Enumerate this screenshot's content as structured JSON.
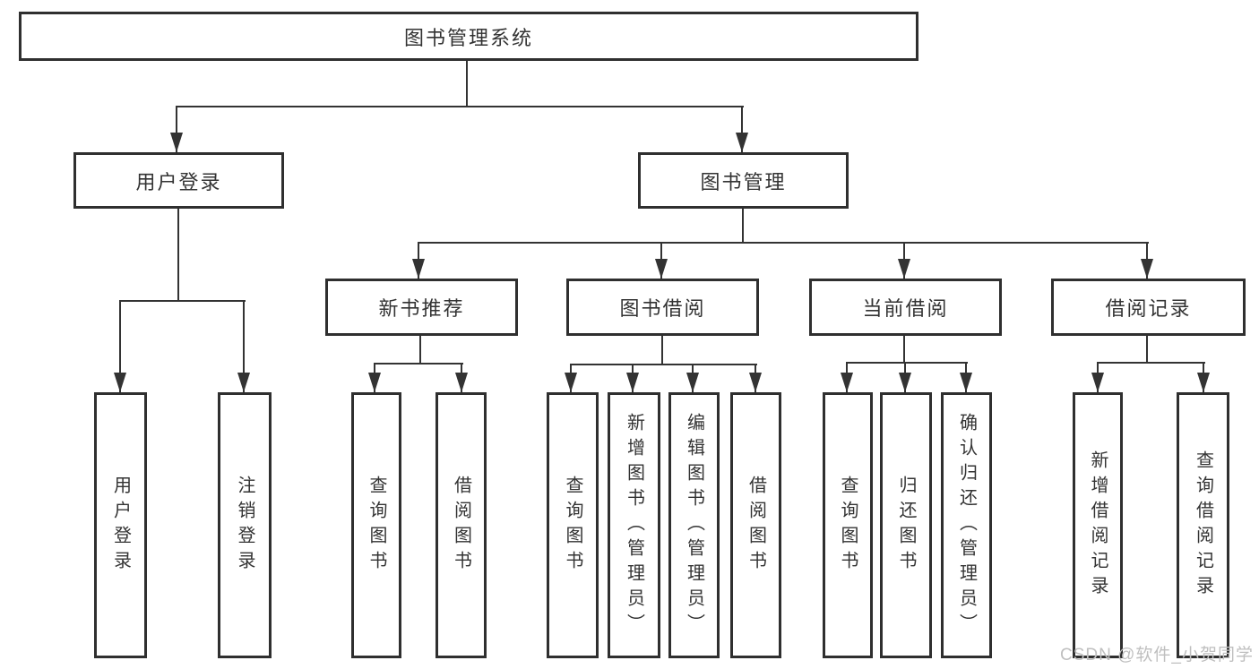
{
  "diagram": {
    "type": "hierarchy-tree",
    "root": {
      "label": "图书管理系统"
    },
    "level2": [
      {
        "label": "用户登录",
        "parent": "图书管理系统"
      },
      {
        "label": "图书管理",
        "parent": "图书管理系统"
      }
    ],
    "level3": [
      {
        "label": "新书推荐",
        "parent": "图书管理"
      },
      {
        "label": "图书借阅",
        "parent": "图书管理"
      },
      {
        "label": "当前借阅",
        "parent": "图书管理"
      },
      {
        "label": "借阅记录",
        "parent": "图书管理"
      }
    ],
    "leaves": [
      {
        "label": "用户登录",
        "parent": "用户登录"
      },
      {
        "label": "注销登录",
        "parent": "用户登录"
      },
      {
        "label": "查询图书",
        "parent": "新书推荐"
      },
      {
        "label": "借阅图书",
        "parent": "新书推荐"
      },
      {
        "label": "查询图书",
        "parent": "图书借阅"
      },
      {
        "label": "新增图书（管理员）",
        "parent": "图书借阅"
      },
      {
        "label": "编辑图书（管理员）",
        "parent": "图书借阅"
      },
      {
        "label": "借阅图书",
        "parent": "图书借阅"
      },
      {
        "label": "查询图书",
        "parent": "当前借阅"
      },
      {
        "label": "归还图书",
        "parent": "当前借阅"
      },
      {
        "label": "确认归还（管理员）",
        "parent": "当前借阅"
      },
      {
        "label": "新增借阅记录",
        "parent": "借阅记录"
      },
      {
        "label": "查询借阅记录",
        "parent": "借阅记录"
      }
    ],
    "watermark": "CSDN @软件_小贺同学",
    "colors": {
      "line": "#333333",
      "box_border": "#2f2f2f",
      "box_fill": "#ffffff",
      "text": "#333333",
      "watermark": "#bfbfbf",
      "background": "#ffffff"
    }
  }
}
